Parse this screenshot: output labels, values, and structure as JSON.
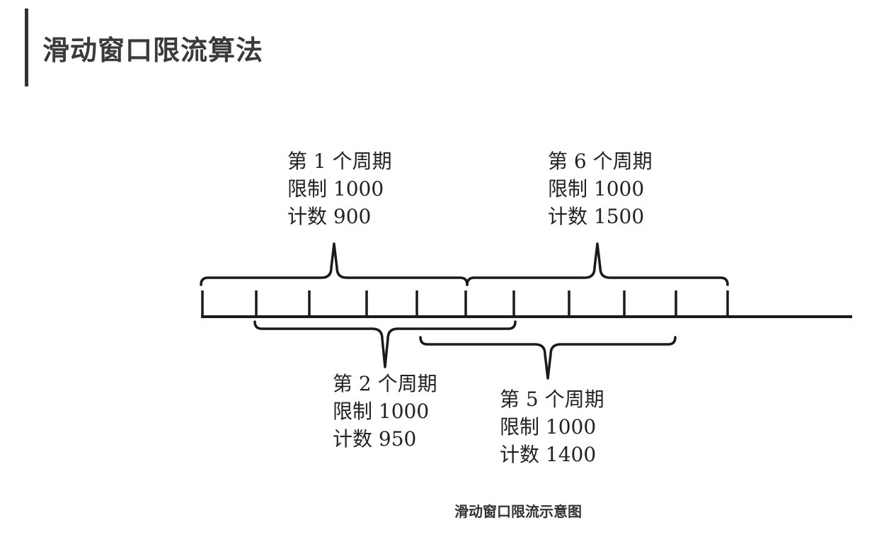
{
  "title": "滑动窗口限流算法",
  "caption": "滑动窗口限流示意图",
  "periods": [
    {
      "id": "p1",
      "name": "第 1 个周期",
      "limit": "限制 1000",
      "count": "计数 900",
      "start_tick": 0,
      "end_tick": 5,
      "side": "top"
    },
    {
      "id": "p2",
      "name": "第 2 个周期",
      "limit": "限制 1000",
      "count": "计数 950",
      "start_tick": 1,
      "end_tick": 6,
      "side": "bottom"
    },
    {
      "id": "p5",
      "name": "第 5 个周期",
      "limit": "限制 1000",
      "count": "计数 1400",
      "start_tick": 4,
      "end_tick": 9,
      "side": "bottom"
    },
    {
      "id": "p6",
      "name": "第 6 个周期",
      "limit": "限制 1000",
      "count": "计数 1500",
      "start_tick": 5,
      "end_tick": 10,
      "side": "top"
    }
  ],
  "tick_count": 11,
  "colors": {
    "line": "#1a1a1a",
    "text": "#222222",
    "title": "#3a3a3a"
  }
}
